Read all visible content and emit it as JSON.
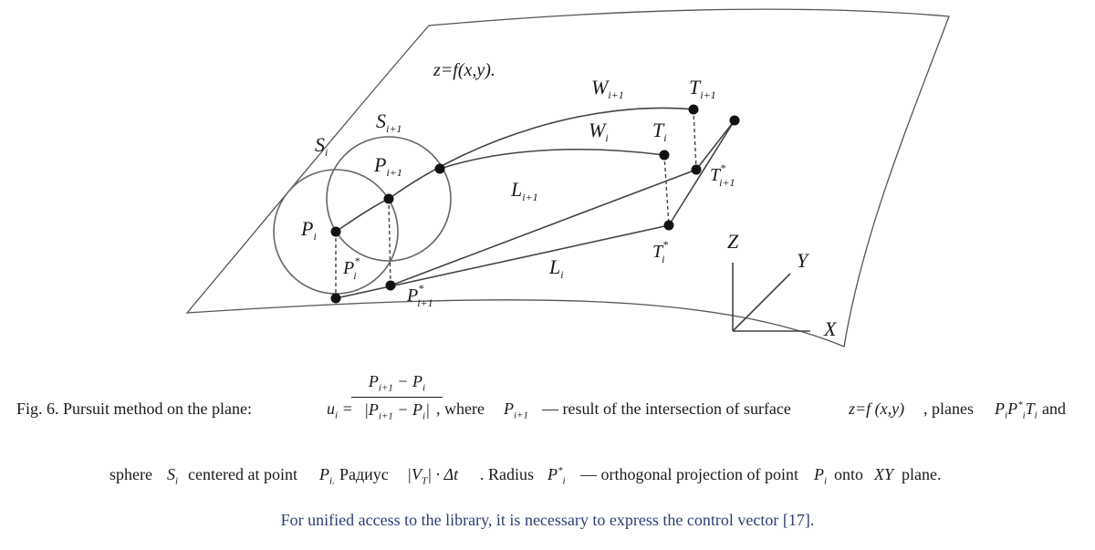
{
  "diagram": {
    "surface_label": "z=f(x,y).",
    "labels": {
      "S_i": {
        "base": "S",
        "sub": "i"
      },
      "S_i1": {
        "base": "S",
        "sub": "i+1"
      },
      "P_i": {
        "base": "P",
        "sub": "i"
      },
      "P_i1": {
        "base": "P",
        "sub": "i+1"
      },
      "P_i_star": {
        "base": "P",
        "sub": "i",
        "sup": "*"
      },
      "P_i1_star": {
        "base": "P",
        "sub": "i+1",
        "sup": "*"
      },
      "W_i": {
        "base": "W",
        "sub": "i"
      },
      "W_i1": {
        "base": "W",
        "sub": "i+1"
      },
      "T_i": {
        "base": "T",
        "sub": "i"
      },
      "T_i1": {
        "base": "T",
        "sub": "i+1"
      },
      "T_i_star": {
        "base": "T",
        "sub": "i",
        "sup": "*"
      },
      "T_i1_star": {
        "base": "T",
        "sub": "i+1",
        "sup": "*"
      },
      "L_i": {
        "base": "L",
        "sub": "i"
      },
      "L_i1": {
        "base": "L",
        "sub": "i+1"
      }
    },
    "axes": {
      "z": "Z",
      "y": "Y",
      "x": "X"
    }
  },
  "caption": {
    "line1_prefix": "Fig. 6. Pursuit method on the plane:",
    "u_symbol": "u",
    "u_sub": "i",
    "frac_num": "P",
    "frac_num_sub1": "i+1",
    "frac_minus": " − P",
    "frac_num_sub2": "i",
    "frac_den_open": "|P",
    "frac_den_sub1": "i+1",
    "frac_den_mid": " − P",
    "frac_den_sub2": "i",
    "frac_den_close": "|",
    "line1_where": ", where",
    "line1_pi1": "P",
    "line1_pi1_sub": "i+1",
    "line1_result": "— result of the intersection of surface",
    "line1_z": "z=f (x,y)",
    "line1_planes": ", planes",
    "line1_planes_sym": "P",
    "line1_and": "and",
    "line2_prefix": "sphere",
    "line2_S": "S",
    "line2_S_sub": "i",
    "line2_centered": "centered at point",
    "line2_P": "P",
    "line2_P_sub": "i.",
    "line2_radius_ru": "Радиус",
    "line2_vt": "|V",
    "line2_vt_sub": "T",
    "line2_vt_close": "| · Δt",
    "line2_radius": ". Radius",
    "line2_pstar": "P",
    "line2_pstar_sub": "i",
    "line2_pstar_sup": "*",
    "line2_proj": "— orthogonal projection of point",
    "line2_proj_P": "P",
    "line2_proj_Psub": "i",
    "line2_onto": "onto",
    "line2_xy": "XY",
    "line2_plane": "plane.",
    "line3": "For unified access to the library, it is necessary to express the control vector [17]."
  }
}
